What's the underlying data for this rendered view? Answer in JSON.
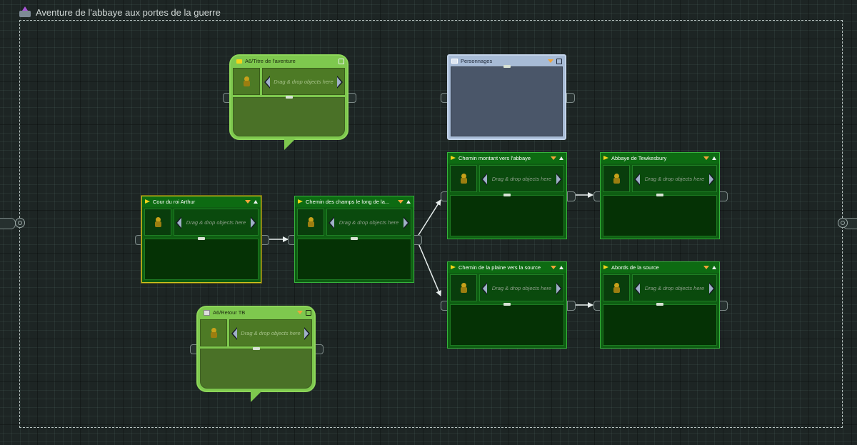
{
  "window": {
    "title": "Aventure de l'abbaye aux portes de la guerre",
    "icon": "flow-export-icon"
  },
  "drop_hint": "Drag & drop objects here",
  "nodes": {
    "titre": {
      "label": "A6/Titre de l'aventure",
      "kind": "dialogue"
    },
    "personnages": {
      "label": "Personnages",
      "kind": "entity"
    },
    "cour": {
      "label": "Cour du roi Arthur",
      "kind": "flow-fragment"
    },
    "champs": {
      "label": "Chemin des champs le long de la...",
      "kind": "flow-fragment"
    },
    "montant": {
      "label": "Chemin montant vers l'abbaye",
      "kind": "flow-fragment"
    },
    "tewkesbury": {
      "label": "Abbaye de Tewkesbury",
      "kind": "flow-fragment"
    },
    "plaine": {
      "label": "Chemin de la plaine vers la source",
      "kind": "flow-fragment"
    },
    "abords": {
      "label": "Abords de la source",
      "kind": "flow-fragment"
    },
    "retour": {
      "label": "A6/Retour TB",
      "kind": "dialogue"
    }
  },
  "colors": {
    "flow_green": "#0e5e12",
    "dialog_green": "#7ec84e",
    "entity_blue": "#a7bbd6",
    "selection": "#d3c21d"
  }
}
